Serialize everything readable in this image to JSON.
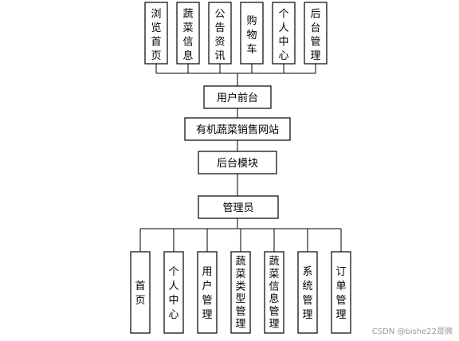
{
  "diagram": {
    "top_modules": [
      "浏览首页",
      "蔬菜信息",
      "公告资讯",
      "购物车",
      "个人中心",
      "后台管理"
    ],
    "user_front": "用户前台",
    "site": "有机蔬菜销售网站",
    "backend_module": "后台模块",
    "admin": "管理员",
    "bottom_modules": [
      "首页",
      "个人中心",
      "用户管理",
      "蔬菜类型管理",
      "蔬菜信息管理",
      "系统管理",
      "订单管理"
    ]
  },
  "watermark": "CSDN @bishe22是微"
}
